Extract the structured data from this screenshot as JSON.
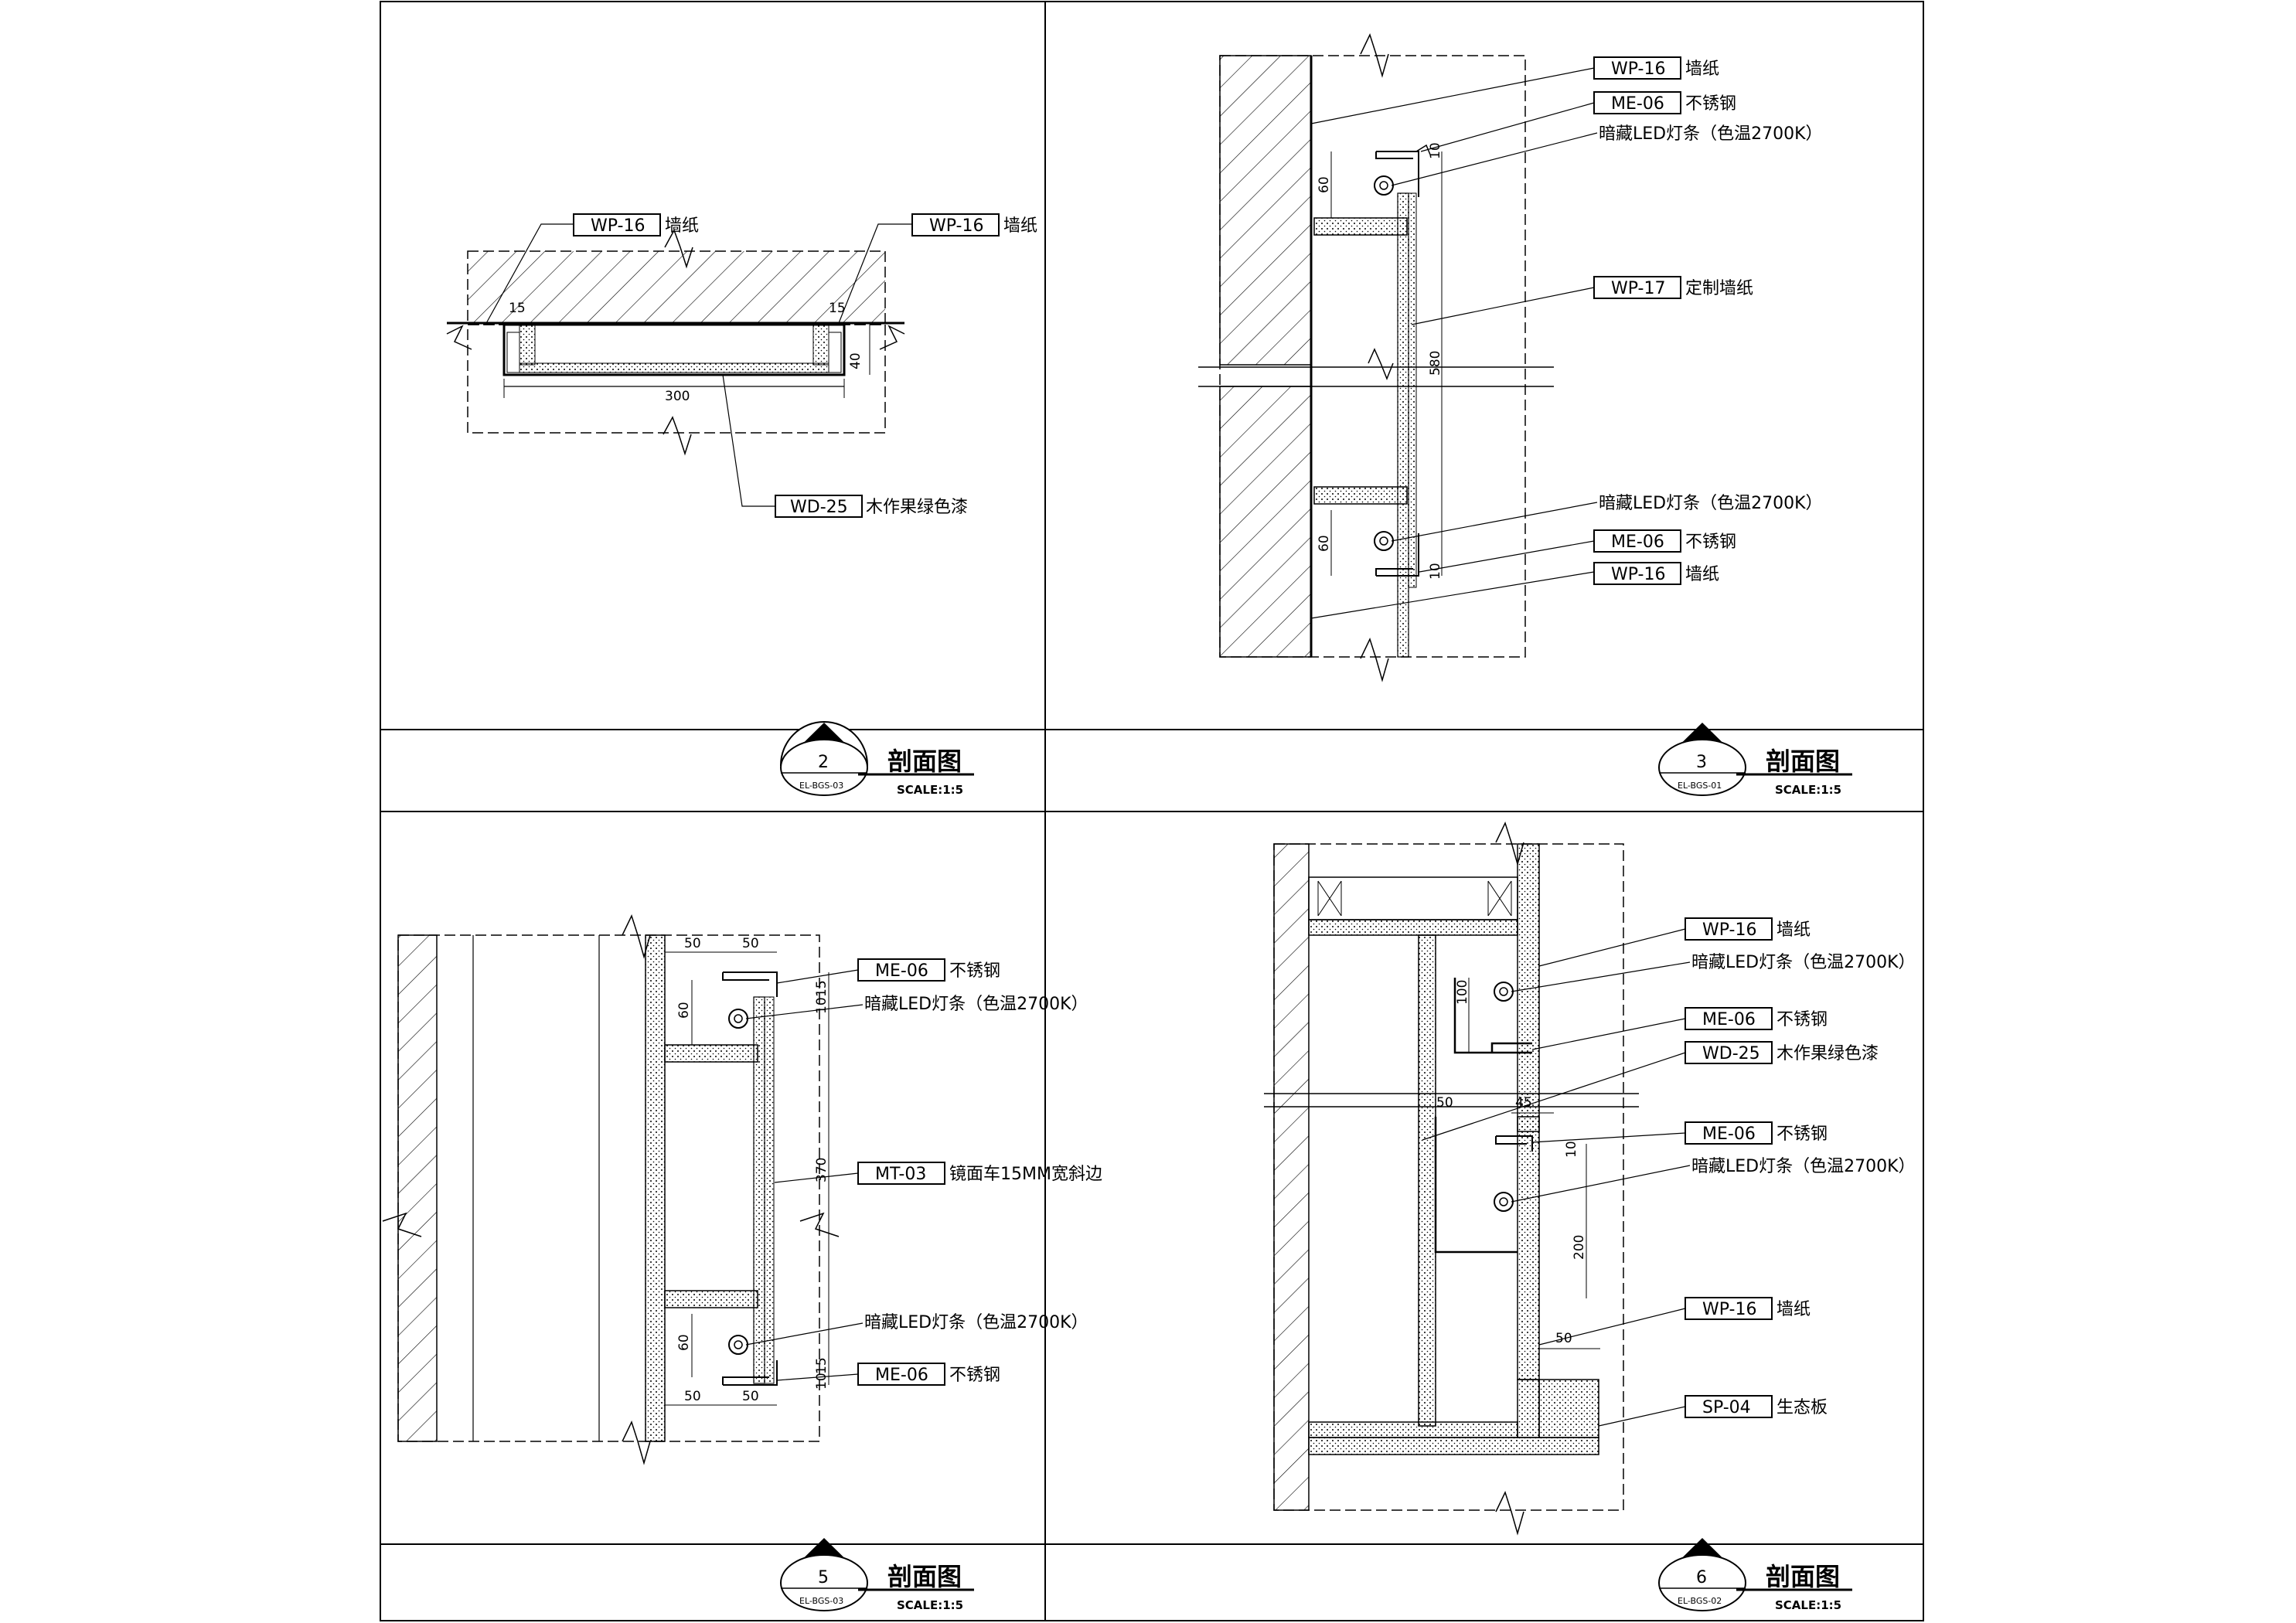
{
  "drawing": {
    "panels": [
      {
        "id": "2",
        "title": "剖面图",
        "scale": "SCALE:1:5",
        "sheet_ref": "EL-BGS-03",
        "callouts": [
          {
            "tag": "WP-16",
            "note": "墙纸"
          },
          {
            "tag": "WP-16",
            "note": "墙纸"
          },
          {
            "tag": "WD-25",
            "note": "木作果绿色漆"
          }
        ],
        "dims": [
          "15",
          "15",
          "40",
          "300"
        ]
      },
      {
        "id": "3",
        "title": "剖面图",
        "scale": "SCALE:1:5",
        "sheet_ref": "EL-BGS-01",
        "callouts": [
          {
            "tag": "WP-16",
            "note": "墙纸"
          },
          {
            "tag": "ME-06",
            "note": "不锈钢"
          },
          {
            "tag": "",
            "note": "暗藏LED灯条（色温2700K）"
          },
          {
            "tag": "WP-17",
            "note": "定制墙纸"
          },
          {
            "tag": "",
            "note": "暗藏LED灯条（色温2700K）"
          },
          {
            "tag": "ME-06",
            "note": "不锈钢"
          },
          {
            "tag": "WP-16",
            "note": "墙纸"
          }
        ],
        "dims": [
          "10",
          "60",
          "580",
          "60",
          "10"
        ]
      },
      {
        "id": "5",
        "title": "剖面图",
        "scale": "SCALE:1:5",
        "sheet_ref": "EL-BGS-03",
        "callouts": [
          {
            "tag": "ME-06",
            "note": "不锈钢"
          },
          {
            "tag": "",
            "note": "暗藏LED灯条（色温2700K）"
          },
          {
            "tag": "MT-03",
            "note": "镜面车15MM宽斜边"
          },
          {
            "tag": "",
            "note": "暗藏LED灯条（色温2700K）"
          },
          {
            "tag": "ME-06",
            "note": "不锈钢"
          }
        ],
        "dims": [
          "50",
          "50",
          "60",
          "15",
          "10",
          "370",
          "60",
          "15",
          "10",
          "50",
          "50"
        ]
      },
      {
        "id": "6",
        "title": "剖面图",
        "scale": "SCALE:1:5",
        "sheet_ref": "EL-BGS-02",
        "callouts": [
          {
            "tag": "WP-16",
            "note": "墙纸"
          },
          {
            "tag": "",
            "note": "暗藏LED灯条（色温2700K）"
          },
          {
            "tag": "ME-06",
            "note": "不锈钢"
          },
          {
            "tag": "WD-25",
            "note": "木作果绿色漆"
          },
          {
            "tag": "ME-06",
            "note": "不锈钢"
          },
          {
            "tag": "",
            "note": "暗藏LED灯条（色温2700K）"
          },
          {
            "tag": "WP-16",
            "note": "墙纸"
          },
          {
            "tag": "SP-04",
            "note": "生态板"
          }
        ],
        "dims": [
          "100",
          "50",
          "45",
          "10",
          "200",
          "50"
        ]
      }
    ]
  }
}
